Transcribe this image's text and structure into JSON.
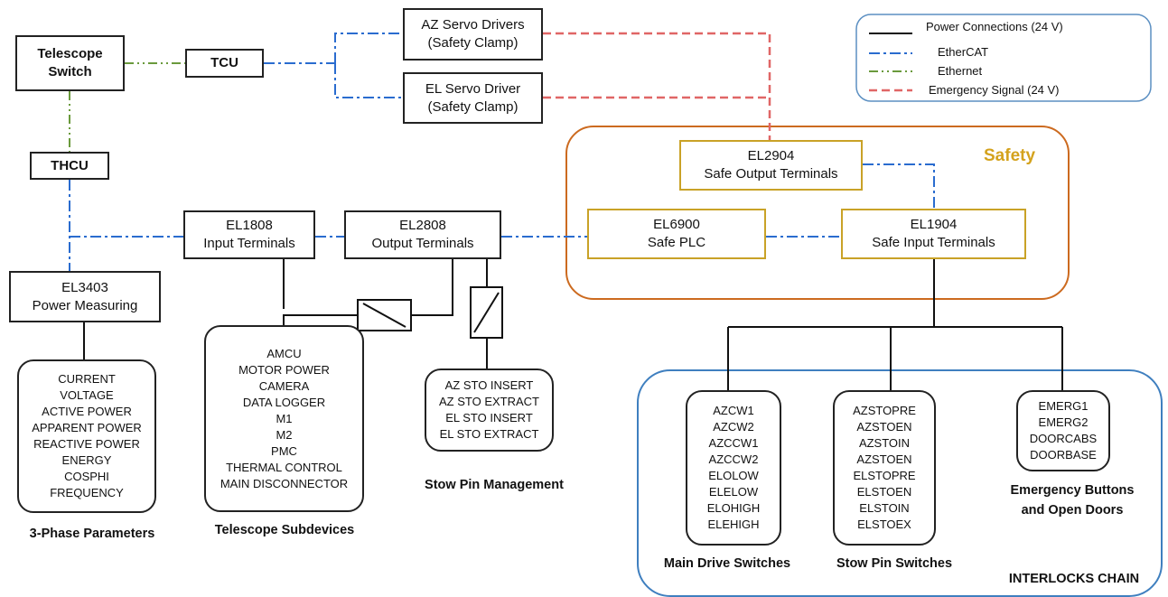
{
  "nodes": {
    "telescope_switch": [
      "Telescope",
      "Switch"
    ],
    "tcu": "TCU",
    "thcu": "THCU",
    "az_servo": [
      "AZ Servo Drivers",
      "(Safety Clamp)"
    ],
    "el_servo": [
      "EL Servo Driver",
      "(Safety Clamp)"
    ],
    "el1808": [
      "EL1808",
      "Input Terminals"
    ],
    "el2808": [
      "EL2808",
      "Output Terminals"
    ],
    "el3403": [
      "EL3403",
      "Power Measuring"
    ],
    "el2904": [
      "EL2904",
      "Safe Output Terminals"
    ],
    "el6900": [
      "EL6900",
      "Safe PLC"
    ],
    "el1904": [
      "EL1904",
      "Safe Input Terminals"
    ]
  },
  "safety_label": "Safety",
  "lists": {
    "phase_params": [
      "CURRENT",
      "VOLTAGE",
      "ACTIVE POWER",
      "APPARENT POWER",
      "REACTIVE POWER",
      "ENERGY",
      "COSPHI",
      "FREQUENCY"
    ],
    "subdevices": [
      "AMCU",
      "MOTOR POWER",
      "CAMERA",
      "DATA LOGGER",
      "M1",
      "M2",
      "PMC",
      "THERMAL CONTROL",
      "MAIN DISCONNECTOR"
    ],
    "sto": [
      "AZ STO INSERT",
      "AZ STO EXTRACT",
      "EL STO INSERT",
      "EL STO EXTRACT"
    ],
    "main_drive": [
      "AZCW1",
      "AZCW2",
      "AZCCW1",
      "AZCCW2",
      "ELOLOW",
      "ELELOW",
      "ELOHIGH",
      "ELEHIGH"
    ],
    "stow_switches": [
      "AZSTOPRE",
      "AZSTOEN",
      "AZSTOIN",
      "AZSTOEN",
      "ELSTOPRE",
      "ELSTOEN",
      "ELSTOIN",
      "ELSTOEX"
    ],
    "emergency": [
      "EMERG1",
      "EMERG2",
      "DOORCABS",
      "DOORBASE"
    ]
  },
  "captions": {
    "phase": "3-Phase Parameters",
    "subdevices": "Telescope Subdevices",
    "stow_mgmt": "Stow Pin Management",
    "main_drive": "Main Drive Switches",
    "stow_switches": "Stow Pin Switches",
    "emergency": [
      "Emergency Buttons",
      "and Open Doors"
    ],
    "interlocks": "INTERLOCKS CHAIN"
  },
  "legend": {
    "power": "Power Connections (24 V)",
    "ethercat": "EtherCAT",
    "ethernet": "Ethernet",
    "emergency": "Emergency Signal (24 V)"
  },
  "colors": {
    "power": "#111111",
    "ethercat": "#2a6ccf",
    "ethernet": "#6a9a3c",
    "emergency": "#e06666",
    "safety_border": "#cc6a1f",
    "safety_text": "#d4a21c",
    "gold_border": "#c9a227",
    "interlocks_border": "#3f7fbf",
    "legend_border": "#5b8fc2"
  }
}
